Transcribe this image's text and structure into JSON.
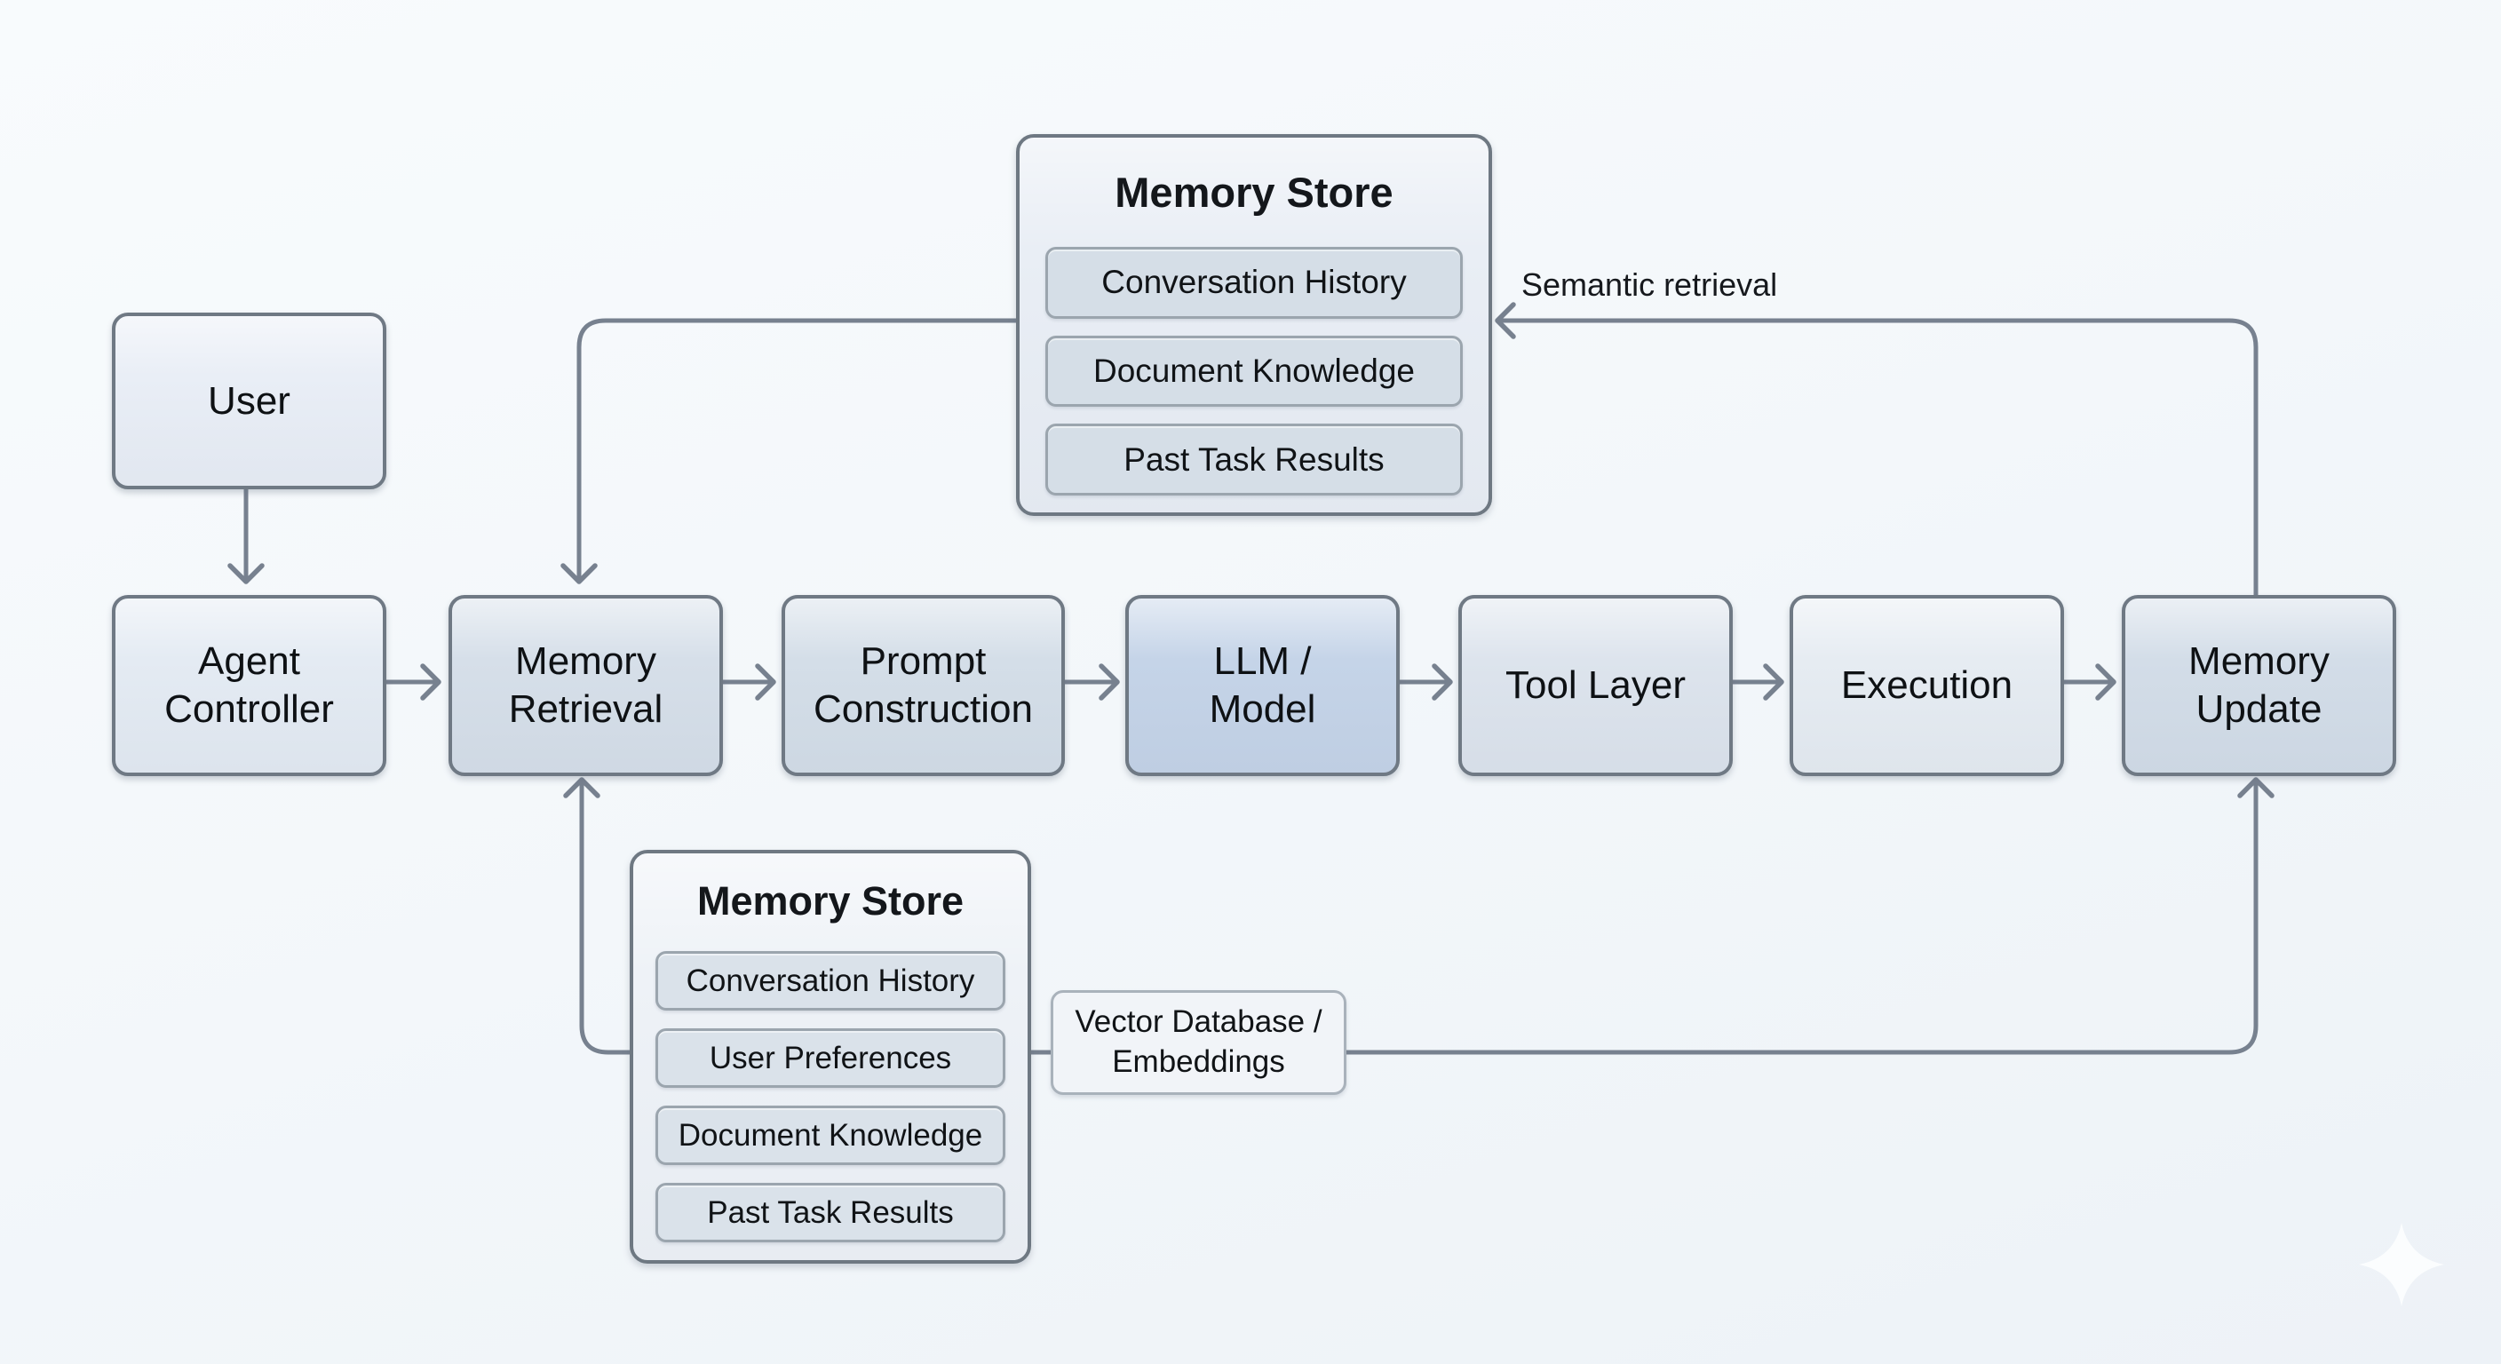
{
  "canvas": {
    "background": "#f3f7fa",
    "line_color": "#77818f",
    "sparkle_color": "#fbfdfe"
  },
  "nodes": {
    "user": {
      "label": "User",
      "fill": "#e9eef6"
    },
    "agent_controller": {
      "label": "Agent Controller",
      "fill": "#e4ebf3"
    },
    "memory_retrieval": {
      "label": "Memory Retrieval",
      "fill": "#d6dfe9"
    },
    "prompt_construction": {
      "label": "Prompt Construction",
      "fill": "#d4dee8"
    },
    "llm_model": {
      "label": "LLM / Model",
      "fill": "#c5d4e8"
    },
    "tool_layer": {
      "label": "Tool Layer",
      "fill": "#dde4ed"
    },
    "execution": {
      "label": "Execution",
      "fill": "#e6ecf2"
    },
    "memory_update": {
      "label": "Memory Update",
      "fill": "#d3dde8"
    },
    "vector_database": {
      "label": "Vector Database / Embeddings",
      "fill": "#f1f4f8"
    }
  },
  "memory_store_top": {
    "title": "Memory Store",
    "fill": "#e9eef5",
    "item_fill": "#d5dee7",
    "items": [
      "Conversation History",
      "Document Knowledge",
      "Past Task Results"
    ]
  },
  "memory_store_bottom": {
    "title": "Memory Store",
    "fill": "#eef2f7",
    "item_fill": "#dae2ea",
    "items": [
      "Conversation History",
      "User Preferences",
      "Document Knowledge",
      "Past Task Results"
    ]
  },
  "edge_labels": {
    "semantic_retrieval": "Semantic retrieval"
  }
}
